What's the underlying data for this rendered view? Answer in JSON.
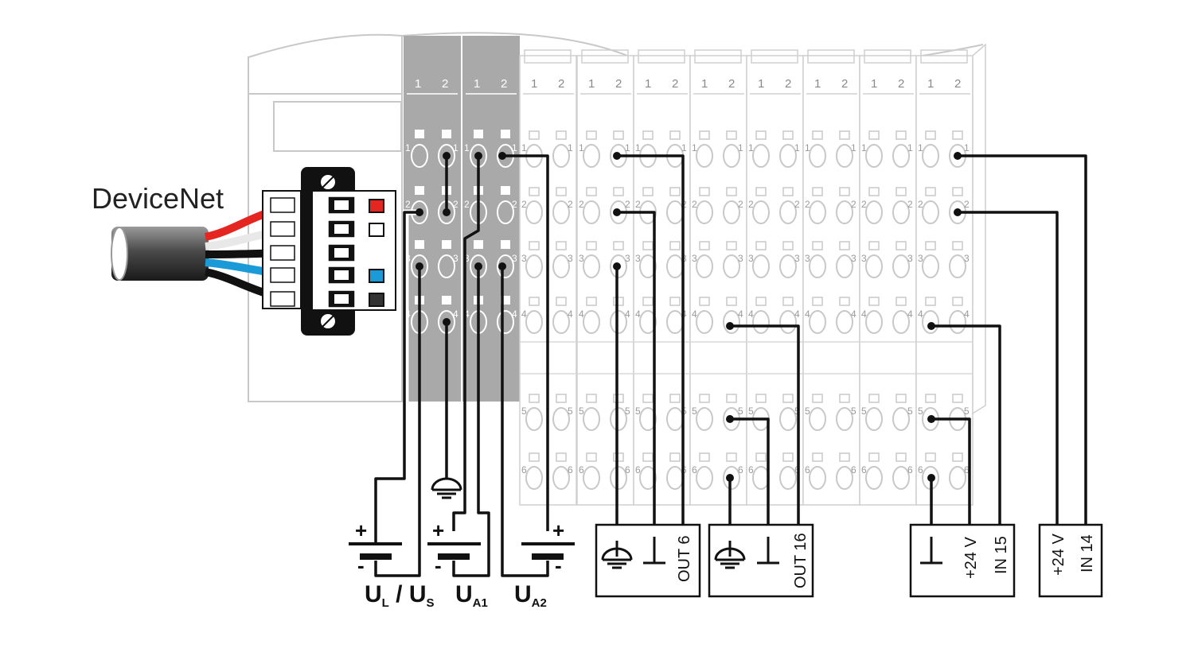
{
  "title": "DeviceNet",
  "module_pin_labels": [
    "1",
    "2"
  ],
  "row_numbers": [
    "1",
    "2",
    "3",
    "4",
    "5",
    "6"
  ],
  "supplies": {
    "ul_us": {
      "main1": "U",
      "sub1": "L",
      "slash": " / ",
      "main2": "U",
      "sub2": "S"
    },
    "ua1": {
      "main": "U",
      "sub": "A1"
    },
    "ua2": {
      "main": "U",
      "sub": "A2"
    },
    "plus": "+",
    "minus": "-"
  },
  "loads": [
    {
      "id": "out6",
      "label": "OUT 6"
    },
    {
      "id": "out16",
      "label": "OUT 16"
    },
    {
      "id": "in15",
      "label": "IN 15",
      "voltage": "+24 V"
    },
    {
      "id": "in14",
      "label": "IN 14",
      "voltage": "+24 V"
    }
  ],
  "connector_marks": [
    "red",
    "white",
    "blue",
    "black"
  ],
  "colors": {
    "housing": "#c8c8c8",
    "grey_modules": "#a9a9a9",
    "wire_red": "#e52620",
    "wire_blue": "#1a9bd7",
    "wire_white": "#e8e8e8",
    "wire_black": "#111111"
  }
}
